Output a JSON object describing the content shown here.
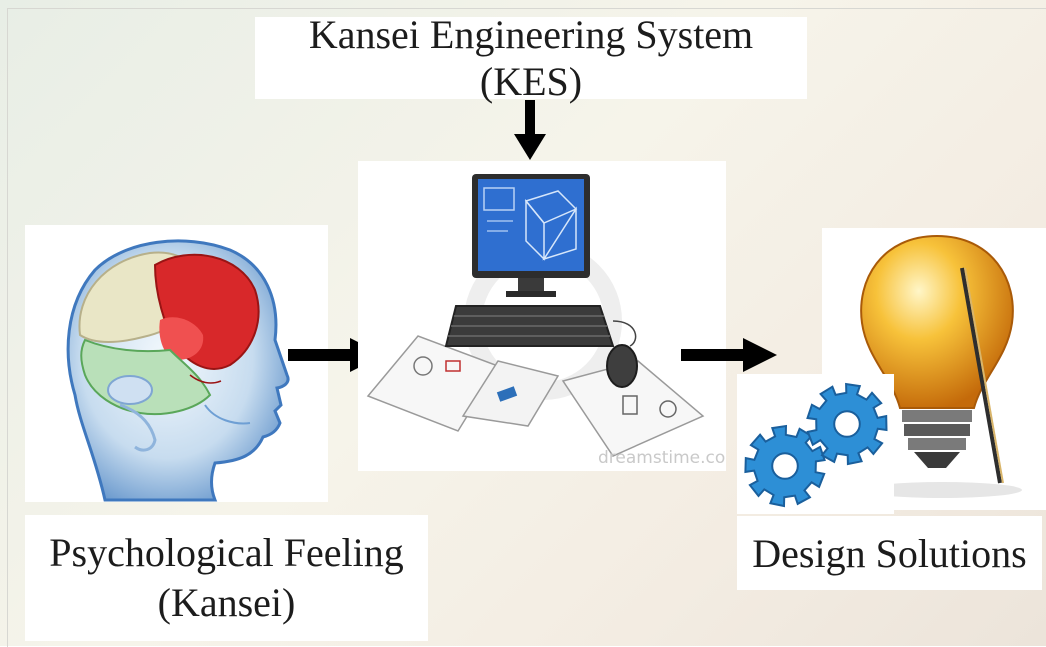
{
  "diagram": {
    "top_label": "Kansei Engineering System (KES)",
    "left_label_line1": "Psychological Feeling",
    "left_label_line2": "(Kansei)",
    "right_label": "Design Solutions",
    "watermark": "dreamstime.com"
  },
  "icons": {
    "head": "brain-head-icon",
    "computer": "computer-workstation-icon",
    "gears": "gears-icon",
    "bulb": "lightbulb-icon"
  },
  "colors": {
    "arrow": "#000000",
    "brain_red": "#d8282a",
    "gear_blue": "#2d8fd6",
    "bulb_orange": "#e88a16",
    "screen_blue": "#2f6fd0"
  }
}
